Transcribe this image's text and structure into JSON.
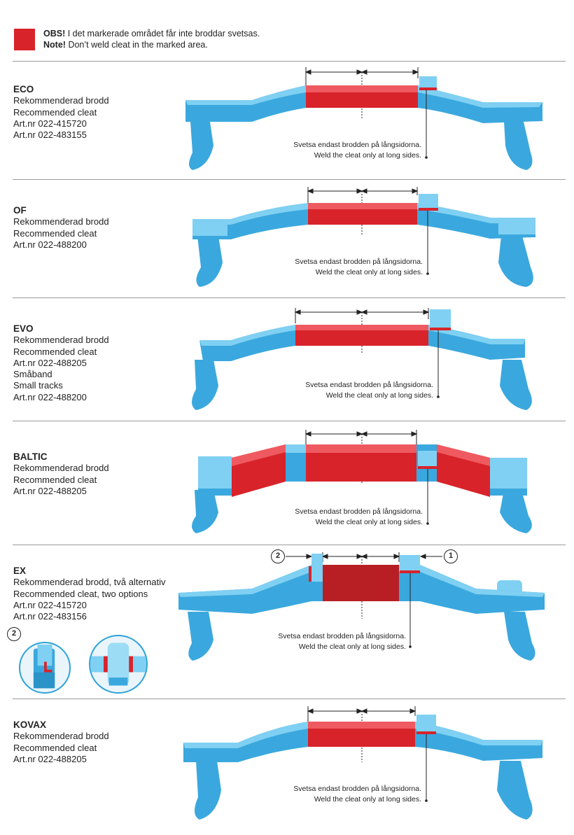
{
  "legend": {
    "obs_label": "OBS!",
    "obs_text": "I det markerade området får inte broddar svetsas.",
    "note_label": "Note!",
    "note_text": "Don’t weld cleat in the marked area.",
    "marked_color": "#d8232a"
  },
  "colors": {
    "track_blue": "#3aa8de",
    "track_light": "#7fd0f2",
    "marked_red": "#d8232a",
    "line": "#222222"
  },
  "sections": [
    {
      "name": "ECO",
      "lines": [
        "Rekommenderad brodd",
        "Recommended cleat",
        "Art.nr 022-415720",
        "Art.nr 022-483155"
      ],
      "note_sv": "Svetsa endast brodden på långsidorna.",
      "note_en": "Weld the cleat only at long sides."
    },
    {
      "name": "OF",
      "lines": [
        "Rekommenderad brodd",
        "Recommended cleat",
        "Art.nr 022-488200"
      ],
      "note_sv": "Svetsa endast brodden på långsidorna.",
      "note_en": "Weld the cleat only at long sides."
    },
    {
      "name": "EVO",
      "lines": [
        "Rekommenderad brodd",
        "Recommended cleat",
        "Art.nr 022-488205",
        "Småband",
        "Small tracks",
        "Art.nr 022-488200"
      ],
      "note_sv": "Svetsa endast brodden på långsidorna.",
      "note_en": "Weld the cleat only at long sides."
    },
    {
      "name": "BALTIC",
      "lines": [
        "Rekommenderad brodd",
        "Recommended cleat",
        "Art.nr 022-488205"
      ],
      "note_sv": "Svetsa endast brodden på långsidorna.",
      "note_en": "Weld the cleat only at long sides."
    },
    {
      "name": "EX",
      "lines": [
        "Rekommenderad brodd, två alternativ",
        "Recommended cleat, two options",
        "Art.nr 022-415720",
        "Art.nr 022-483156"
      ],
      "note_sv": "Svetsa endast brodden på långsidorna.",
      "note_en": "Weld the cleat only at long sides.",
      "callouts": [
        "2",
        "1"
      ],
      "detail_callout": "2"
    },
    {
      "name": "KOVAX",
      "lines": [
        "Rekommenderad brodd",
        "Recommended cleat",
        "Art.nr 022-488205"
      ],
      "note_sv": "Svetsa endast brodden på långsidorna.",
      "note_en": "Weld the cleat only at long sides."
    }
  ]
}
